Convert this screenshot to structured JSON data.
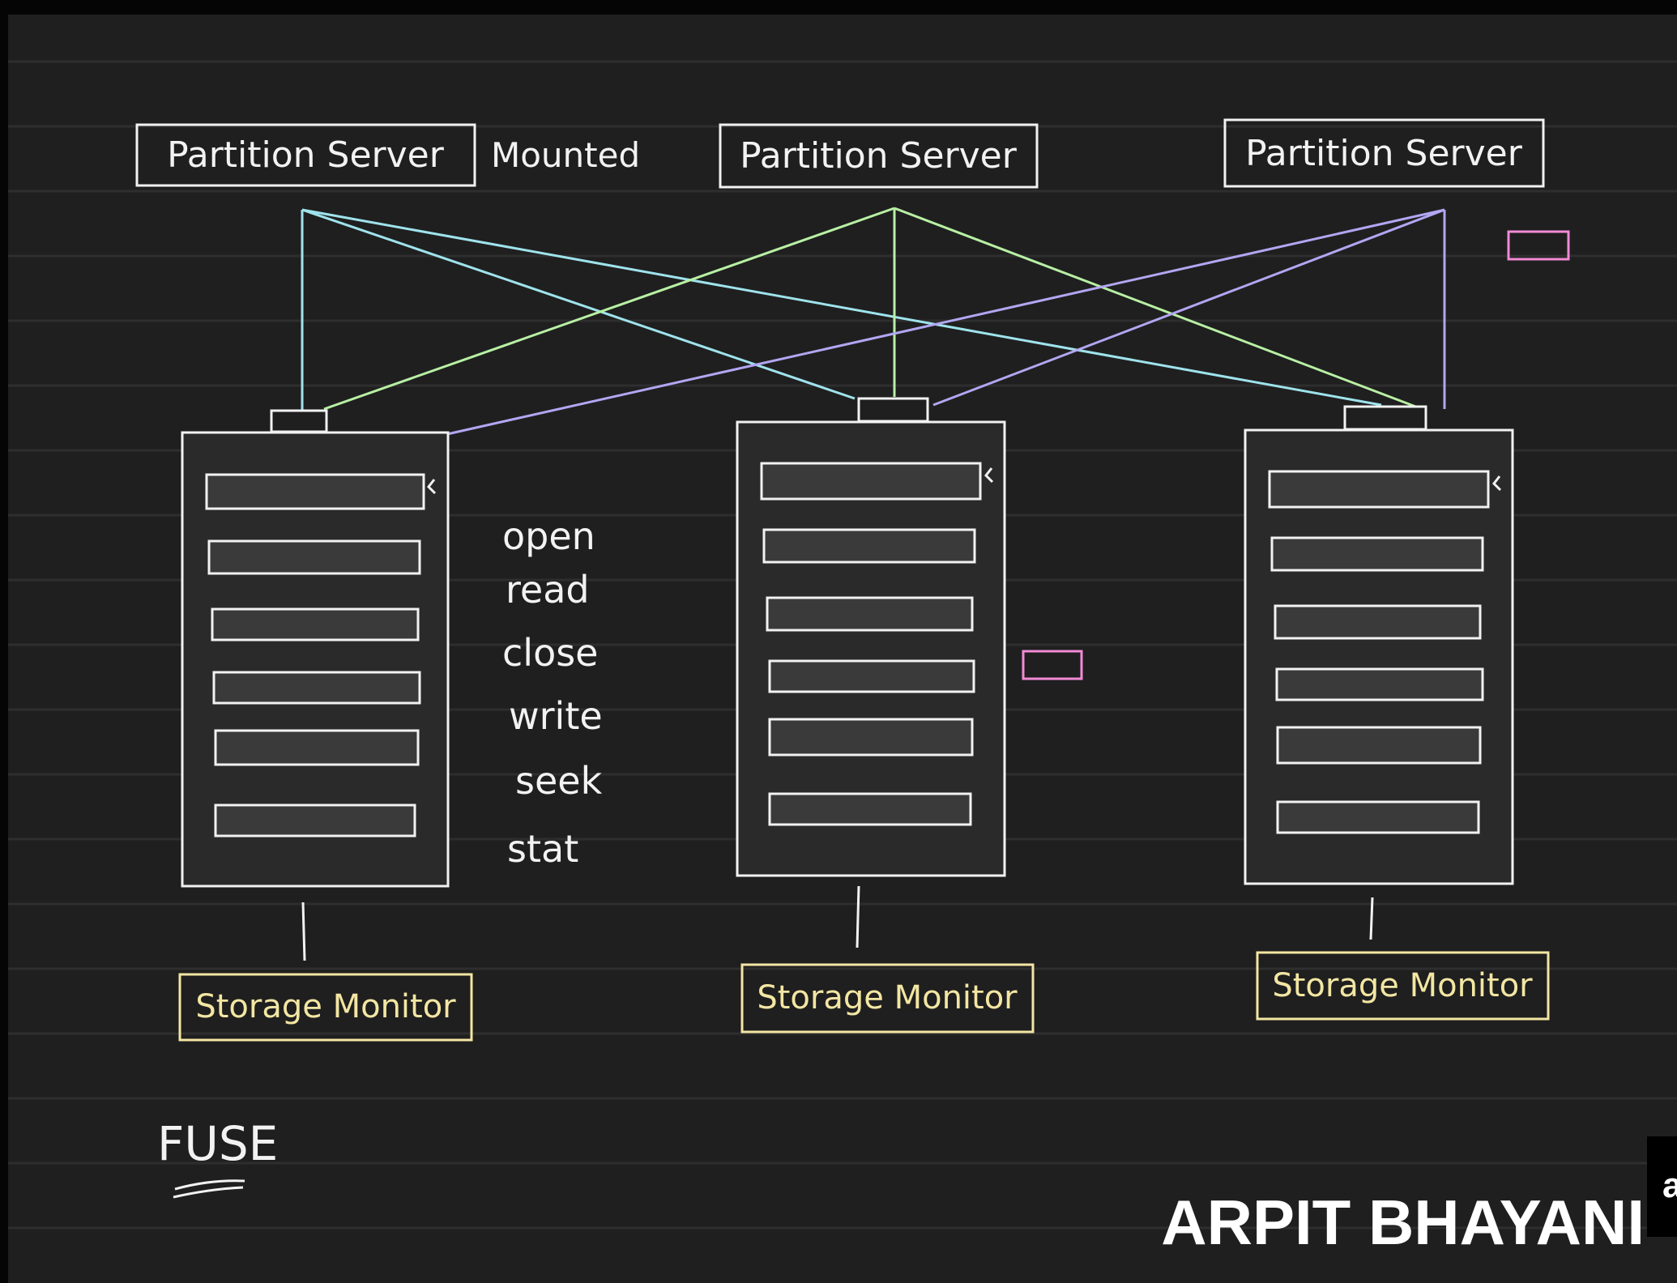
{
  "colors": {
    "background": "#1f1f1f",
    "frame": "#050505",
    "ruled_line": "#2e2e2e",
    "ink_white": "#f2f2f2",
    "link_cyan": "#9fe3ec",
    "link_green": "#b8f0a4",
    "link_violet": "#b3a6f2",
    "storage_monitor": "#f3e6a3",
    "marker_pink": "#f28ad6"
  },
  "partition_servers": [
    {
      "label": "Partition Server"
    },
    {
      "label": "Partition Server"
    },
    {
      "label": "Partition Server"
    }
  ],
  "mounted_label": "Mounted",
  "file_operations": [
    "open",
    "read",
    "close",
    "write",
    "seek",
    "stat"
  ],
  "storage_monitors": [
    {
      "label": "Storage Monitor"
    },
    {
      "label": "Storage Monitor"
    },
    {
      "label": "Storage Monitor"
    }
  ],
  "fuse_label": "FUSE",
  "watermark": "ARPIT BHAYANI",
  "watermark_edge": "a"
}
